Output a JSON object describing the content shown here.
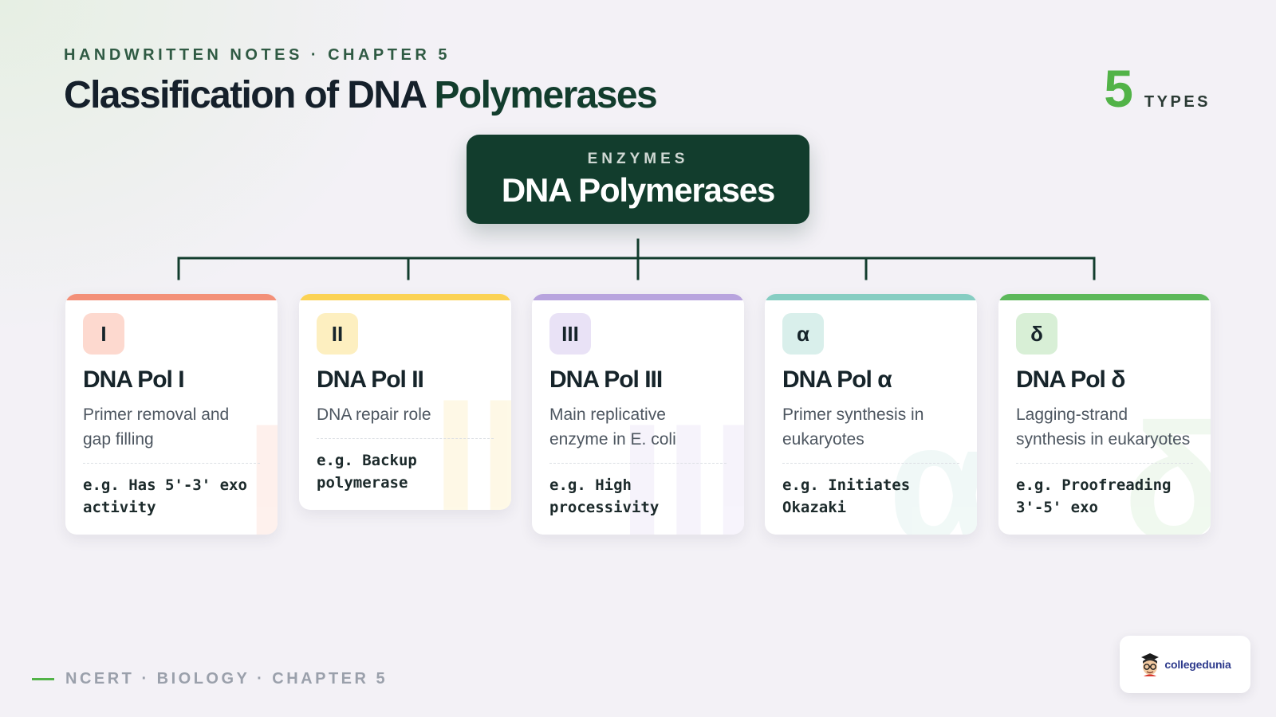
{
  "header": {
    "eyebrow": "HANDWRITTEN NOTES · CHAPTER 5",
    "title_part1": "Classification of DNA",
    "title_part2": "Polymerases",
    "count_value": "5",
    "count_label": "TYPES"
  },
  "root": {
    "eyebrow": "ENZYMES",
    "title": "DNA Polymerases"
  },
  "cards": [
    {
      "badge": "I",
      "name": "DNA Pol I",
      "description": "Primer removal and gap filling",
      "example": "e.g. Has 5'-3' exo activity",
      "accent": "#f39078",
      "badge_bg": "#fdd9cf",
      "watermark": "I"
    },
    {
      "badge": "II",
      "name": "DNA Pol II",
      "description": "DNA repair role",
      "example": "e.g. Backup polymerase",
      "accent": "#fbd254",
      "badge_bg": "#fdefc0",
      "watermark": "II"
    },
    {
      "badge": "III",
      "name": "DNA Pol III",
      "description": "Main replicative enzyme in E. coli",
      "example": "e.g. High processivity",
      "accent": "#b8a4de",
      "badge_bg": "#e9e2f6",
      "watermark": "III"
    },
    {
      "badge": "α",
      "name": "DNA Pol α",
      "description": "Primer synthesis in eukaryotes",
      "example": "e.g. Initiates Okazaki",
      "accent": "#86cdc2",
      "badge_bg": "#d9efeb",
      "watermark": "α"
    },
    {
      "badge": "δ",
      "name": "DNA Pol δ",
      "description": "Lagging-strand synthesis in eukaryotes",
      "example": "e.g. Proofreading 3'-5' exo",
      "accent": "#5cb85a",
      "badge_bg": "#d8efd6",
      "watermark": "δ"
    }
  ],
  "colors": {
    "connector": "#123d2d",
    "brand_green": "#52b348"
  },
  "footer": {
    "text": "NCERT · BIOLOGY · CHAPTER 5"
  },
  "logo": {
    "text": "collegedunia",
    "icon": "mascot-icon"
  }
}
